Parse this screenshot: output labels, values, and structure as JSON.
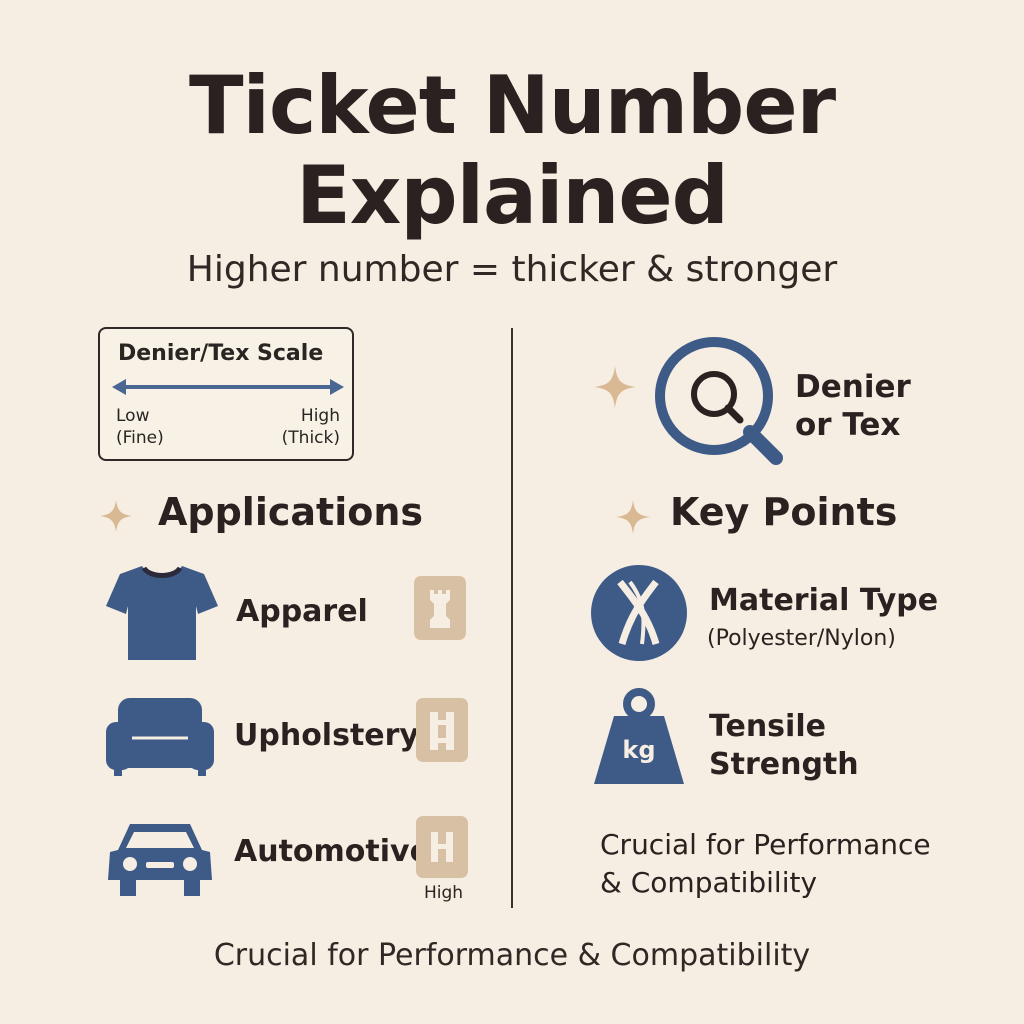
{
  "title_line1": "Ticket Number",
  "title_line2": "Explained",
  "subtitle": "Higher number = thicker & stronger",
  "scale": {
    "title": "Denier/Tex Scale",
    "low": "Low",
    "low_note": "(Fine)",
    "high": "High",
    "high_note": "(Thick)"
  },
  "measure": {
    "label_line1": "Denier",
    "label_line2": "or Tex"
  },
  "applications": {
    "heading": "Applications",
    "items": [
      {
        "label": "Apparel",
        "icon": "t-shirt-icon"
      },
      {
        "label": "Upholstery",
        "icon": "sofa-icon"
      },
      {
        "label": "Automotive",
        "icon": "car-icon"
      }
    ],
    "tag_caption": "High"
  },
  "key_points": {
    "heading": "Key Points",
    "material_title": "Material Type",
    "material_sub": "(Polyester/Nylon)",
    "tensile_line1": "Tensile",
    "tensile_line2": "Strength",
    "weight_unit": "kg",
    "note_line1": "Crucial for Performance",
    "note_line2": "& Compatibility"
  },
  "footer": "Crucial for Performance & Compatibility",
  "colors": {
    "background": "#f6eee2",
    "navy": "#3e5a87",
    "tan": "#d8c0a4",
    "sparkle": "#d9b894",
    "text": "#2a2220"
  }
}
